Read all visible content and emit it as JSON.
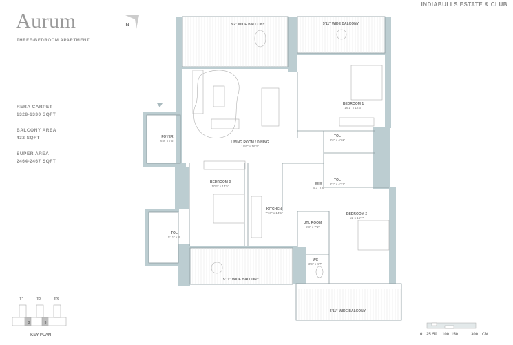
{
  "header": {
    "title": "Aurum",
    "subtitle": "THREE-BEDROOM APARTMENT",
    "brand": "INDIABULLS ESTATE & CLUB",
    "north": "N"
  },
  "stats": [
    {
      "label": "RERA CARPET",
      "value": "1328-1330 SQFT"
    },
    {
      "label": "BALCONY AREA",
      "value": "432 SQFT"
    },
    {
      "label": "SUPER AREA",
      "value": "2464-2467 SQFT"
    }
  ],
  "rooms": {
    "balcony_top_left": {
      "name": "8'2\" WIDE BALCONY"
    },
    "balcony_top_right": {
      "name": "5'11\" WIDE BALCONY"
    },
    "bedroom1": {
      "name": "BEDROOM 1",
      "dim": "16'1\" x 12'6\""
    },
    "living": {
      "name": "LIVING ROOM / DINING",
      "dim": "19'6\" x 16'3\""
    },
    "foyer": {
      "name": "FOYER",
      "dim": "6'9\" x 7'5\""
    },
    "tol1": {
      "name": "TOL",
      "dim": "8'2\" x 4'11\""
    },
    "tol2": {
      "name": "TOL",
      "dim": "8'2\" x 4'11\""
    },
    "wiw": {
      "name": "WIW",
      "dim": "5'3\" x 8'"
    },
    "bedroom3": {
      "name": "BEDROOM 3",
      "dim": "10'2\" x 14'5\""
    },
    "kitchen": {
      "name": "KITCHEN",
      "dim": "7'10\" x 14'5\""
    },
    "bedroom2": {
      "name": "BEDROOM 2",
      "dim": "11' x 15'7\""
    },
    "uti": {
      "name": "UTI. ROOM",
      "dim": "5'3\" x 7'1\""
    },
    "tol3": {
      "name": "TOL",
      "dim": "5'11\" x 8'"
    },
    "wc": {
      "name": "WC",
      "dim": "3'9\" x 4'7\""
    },
    "balcony_bottom_left": {
      "name": "5'11\" WIDE BALCONY"
    },
    "balcony_bottom_right": {
      "name": "5'11\" WIDE BALCONY"
    }
  },
  "key_plan": {
    "title": "KEY PLAN",
    "towers": [
      "T1",
      "T2",
      "T3"
    ],
    "marker": "3"
  },
  "scale": {
    "ticks": [
      "0",
      "25",
      "50",
      "100",
      "150",
      "300"
    ],
    "unit": "CM"
  },
  "colors": {
    "wall": "#bccdd1",
    "text": "#808080"
  }
}
